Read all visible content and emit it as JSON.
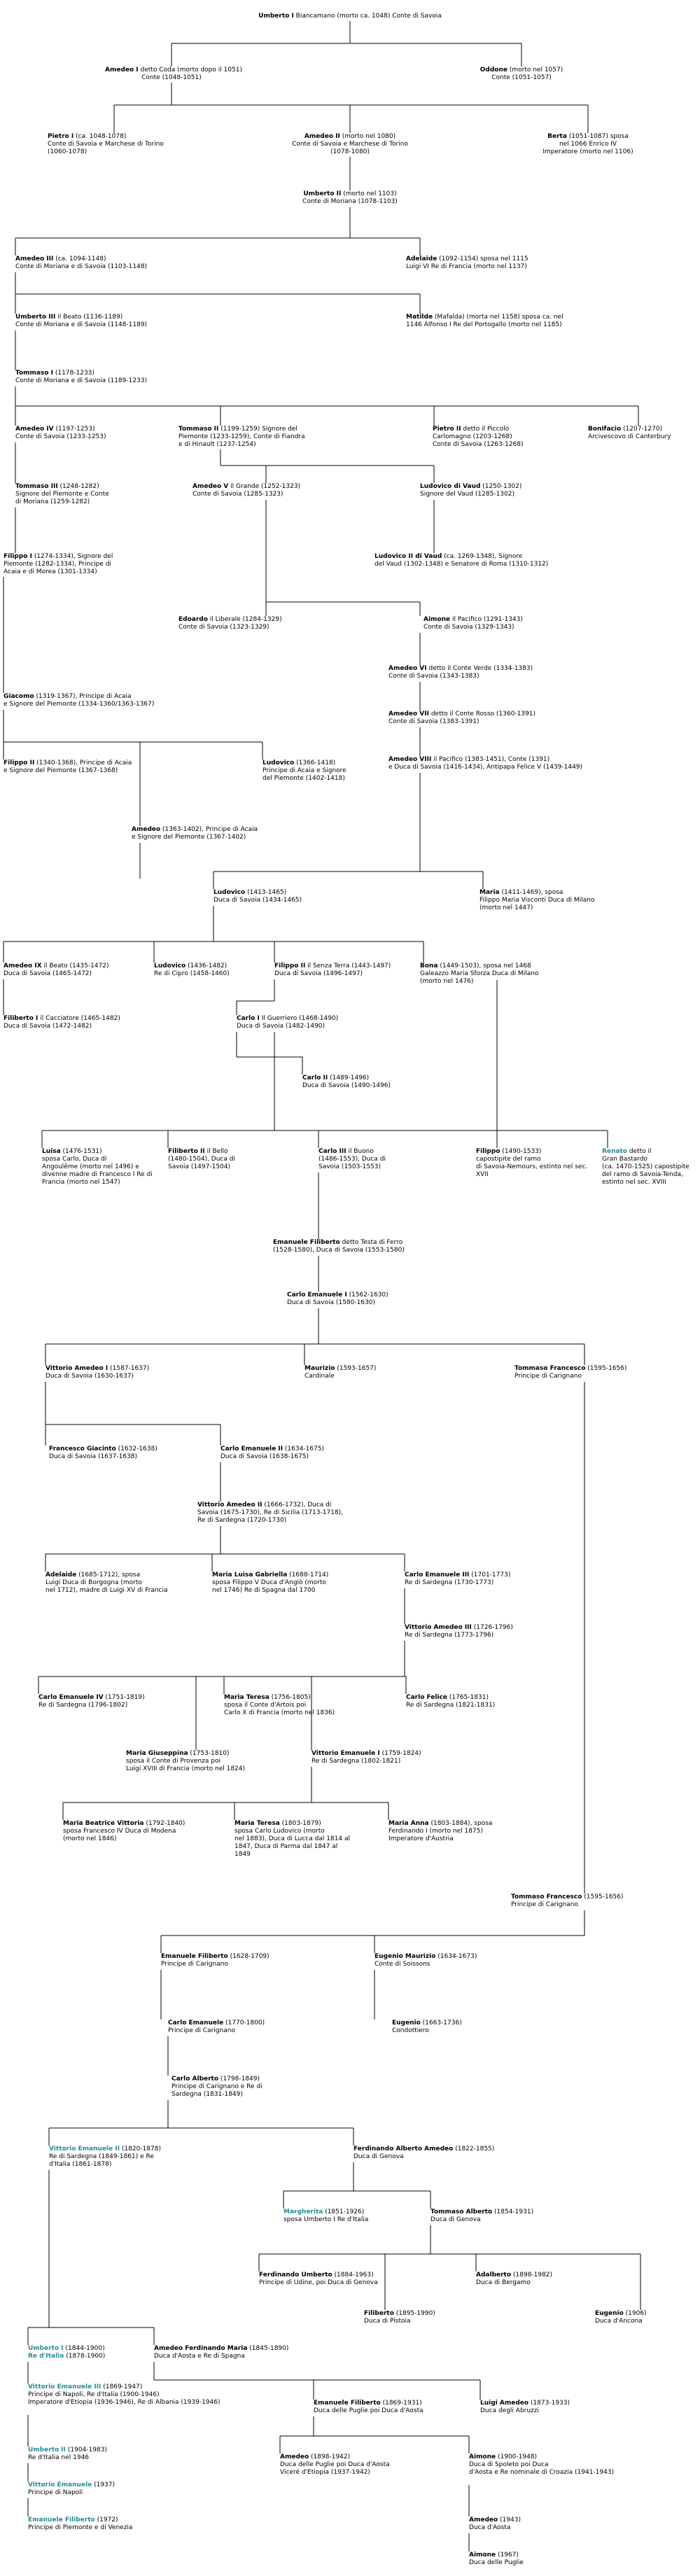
{
  "palette": {
    "line": "#000000",
    "highlight": "#2a8a9a",
    "text": "#000000"
  },
  "nodes": [
    {
      "id": "umberto1",
      "name": "Umberto I",
      "line1": " Biancamano (morto ca. 1048) Conte di Savoia"
    },
    {
      "id": "amedeo1",
      "name": "Amedeo I",
      "line1": " detto Coda (morto dopo il 1051)",
      "line2": "Conte (1048-1051)"
    },
    {
      "id": "oddone",
      "name": "Oddone",
      "line1": " (morto nel 1057)",
      "line2": "Conte (1051-1057)"
    },
    {
      "id": "pietro1",
      "name": "Pietro I",
      "line1": " (ca. 1048-1078)",
      "line2": "Conte di Savoia e Marchese di Torino",
      "line3": "(1060-1078)"
    },
    {
      "id": "amedeo2",
      "name": "Amedeo II",
      "line1": " (morto nel 1080)",
      "line2": "Conte di Savoia e Marchese di Torino",
      "line3": "(1078-1080)"
    },
    {
      "id": "berta",
      "name": "Berta",
      "line1": " (1051-1087) sposa",
      "line2": "nel 1066 Enrico IV",
      "line3": "Imperatore (morto nel 1106)"
    },
    {
      "id": "umberto2",
      "name": "Umberto II",
      "line1": " (morto nel 1103)",
      "line2": "Conte di Moriana (1078-1103)"
    },
    {
      "id": "amedeo3",
      "name": "Amedeo III",
      "line1": " (ca. 1094-1148)",
      "line2": "Conte di Moriana e di Savoia (1103-1148)"
    },
    {
      "id": "adelaide1",
      "name": "Adelaide",
      "line1": " (1092-1154) sposa nel 1115",
      "line2": "Luigi VI Re di Francia (morto nel 1137)"
    },
    {
      "id": "umberto3",
      "name": "Umberto III",
      "line1": " il Beato (1136-1189)",
      "line2": "Conte di Moriana e di Savoia (1148-1189)"
    },
    {
      "id": "matilde",
      "name": "Matilde",
      "line1": " (Mafalda) (morta nel 1158) sposa ca. nel",
      "line2": "1146 Alfonso I Re del Portogallo (morto nel 1185)"
    },
    {
      "id": "tommaso1",
      "name": "Tommaso I",
      "line1": " (1178-1233)",
      "line2": "Conte di Moriana e di Savoia (1189-1233)"
    },
    {
      "id": "amedeo4",
      "name": "Amedeo IV",
      "line1": " (1197-1253)",
      "line2": "Conte di Savoia (1233-1253)"
    },
    {
      "id": "tommaso2",
      "name": "Tommaso II",
      "line1": " (1199-1259) Signore del",
      "line2": "Piemonte (1233-1259), Conte di Fiandra",
      "line3": "e di Hinault (1237-1254)"
    },
    {
      "id": "pietro2",
      "name": "Pietro II",
      "line1": " detto il Piccolo",
      "line2": "Carlomagno (1203-1268)",
      "line3": "Conte di Savoia (1263-1268)"
    },
    {
      "id": "bonifacio",
      "name": "Bonifacio",
      "line1": " (1207-1270)",
      "line2": "Arcivescovo di Canterbury"
    },
    {
      "id": "tommaso3",
      "name": "Tommaso III",
      "line1": " (1248-1282)",
      "line2": "Signore del Piemonte e Conte",
      "line3": "di Moriana (1259-1282)"
    },
    {
      "id": "amedeo5",
      "name": "Amedeo V",
      "line1": " il Grande (1252-1323)",
      "line2": "Conte di Savoia (1285-1323)"
    },
    {
      "id": "ludovicovaud1",
      "name": "Ludovico di Vaud",
      "line1": " (1250-1302)",
      "line2": "Signore del Vaud (1285-1302)"
    },
    {
      "id": "filippo1",
      "name": "Filippo I",
      "line1": " (1274-1334), Signore del",
      "line2": "Piemonte (1282-1334), Principe di",
      "line3": "Acaia e di Morea (1301-1334)"
    },
    {
      "id": "ludovicovaud2",
      "name": "Ludovico II di Vaud",
      "line1": " (ca. 1269-1348), Signore",
      "line2": "del Vaud (1302-1348) e Senatore di Roma (1310-1312)"
    },
    {
      "id": "edoardo",
      "name": "Edoardo",
      "line1": " il Liberale (1284-1329)",
      "line2": "Conte di Savoia (1323-1329)"
    },
    {
      "id": "aimone",
      "name": "Aimone",
      "line1": " il Pacifico (1291-1343)",
      "line2": "Conte di Savoia (1329-1343)"
    },
    {
      "id": "amedeo6",
      "name": "Amedeo VI",
      "line1": " detto il Conte Verde (1334-1383)",
      "line2": "Conte di Savoia (1343-1383)"
    },
    {
      "id": "giacomo",
      "name": "Giacomo",
      "line1": " (1319-1367), Principe di Acaia",
      "line2": "e Signore del Piemonte (1334-1360/1363-1367)"
    },
    {
      "id": "amedeo7",
      "name": "Amedeo VII",
      "line1": " detto il Conte Rosso (1360-1391)",
      "line2": "Conte di Savoia (1383-1391)"
    },
    {
      "id": "filippo2",
      "name": "Filippo II",
      "line1": " (1340-1368), Principe di Acaia",
      "line2": "e Signore del Piemonte (1367-1368)"
    },
    {
      "id": "ludovico1",
      "name": "Ludovico",
      "line1": " (1366-1418)",
      "line2": "Principe di Acaia e Signore",
      "line3": "del Piemonte (1402-1418)"
    },
    {
      "id": "amedeo8",
      "name": "Amedeo VIII",
      "line1": " il Pacifico (1383-1451), Conte (1391)",
      "line2": "e Duca di Savoia (1416-1434), Antipapa Felice V (1439-1449)"
    },
    {
      "id": "amedeoacaia",
      "name": "Amedeo",
      "line1": " (1363-1402), Principe di Acaia",
      "line2": "e Signore del Piemonte (1367-1402)"
    },
    {
      "id": "ludovico2",
      "name": "Ludovico",
      "line1": " (1413-1465)",
      "line2": "Duca di Savoia (1434-1465)"
    },
    {
      "id": "maria1",
      "name": "Maria",
      "line1": " (1411-1469), sposa",
      "line2": "Filippo Maria Visconti Duca di Milano",
      "line3": "(morto nel 1447)"
    },
    {
      "id": "amedeo9",
      "name": "Amedeo IX",
      "line1": " il Beato (1435-1472)",
      "line2": "Duca di Savoia (1465-1472)"
    },
    {
      "id": "ludovicocipro",
      "name": "Ludovico",
      "line1": " (1436-1482)",
      "line2": "Re di Cipro (1458-1460)"
    },
    {
      "id": "filippo2sz",
      "name": "Filippo II",
      "line1": " il Senza Terra (1443-1497)",
      "line2": "Duca di Savoia (1496-1497)"
    },
    {
      "id": "bona",
      "name": "Bona",
      "line1": " (1449-1503), sposa nel 1468",
      "line2": "Galeazzo Maria Sforza Duca di Milano",
      "line3": "(morto nel 1476)"
    },
    {
      "id": "filiberto1",
      "name": "Filiberto I",
      "line1": " il Cacciatore (1465-1482)",
      "line2": "Duca di Savoia (1472-1482)"
    },
    {
      "id": "carlo1",
      "name": "Carlo I",
      "line1": " Il Guerriero (1468-1490)",
      "line2": "Duca di Savoia (1482-1490)"
    },
    {
      "id": "carlo2",
      "name": "Carlo II",
      "line1": " (1489-1496)",
      "line2": "Duca di Savoia (1490-1496)"
    },
    {
      "id": "luisa",
      "name": "Luisa",
      "line1": " (1476-1531)",
      "line2": "sposa Carlo, Duca di",
      "line3": "Angoulême (morto nel 1496) e divenne madre di Francesco I Re di Francia (morto nel 1547)"
    },
    {
      "id": "filiberto2",
      "name": "Filiberto II",
      "line1": " il Bello",
      "line2": "(1480-1504), Duca di",
      "line3": "Savoia (1497-1504)"
    },
    {
      "id": "carlo3",
      "name": "Carlo III",
      "line1": " il Buono",
      "line2": "(1486-1553), Duca di",
      "line3": "Savoia (1503-1553)"
    },
    {
      "id": "filippo1553",
      "name": "Filippo",
      "line1": " (1490-1533)",
      "line2": "capostipite del ramo",
      "line3": "di Savoia-Nemours, estinto nel sec. XVII"
    },
    {
      "id": "renato",
      "name": "Renato",
      "hl": true,
      "line1": " detto il",
      "line2": "Gran Bastardo",
      "line3": "(ca. 1470-1525) capostipite del ramo di Savoia-Tenda, estinto nel sec. XVIII"
    },
    {
      "id": "emanuelefiliberto",
      "name": "Emanuele Filiberto",
      "line1": " detto Testa di Ferro",
      "line2": "(1528-1580), Duca di Savoia (1553-1580)"
    },
    {
      "id": "carloemanuele1",
      "name": "Carlo Emanuele I",
      "line1": " (1562-1630)",
      "line2": "Duca di Savoia (1580-1630)"
    },
    {
      "id": "vittorioamedeo1",
      "name": "Vittorio Amedeo I",
      "line1": " (1587-1637)",
      "line2": "Duca di Savoia (1630-1637)"
    },
    {
      "id": "maurizio",
      "name": "Maurizio",
      "line1": " (1593-1657)",
      "line2": "Cardinale"
    },
    {
      "id": "tommasofrancesco",
      "name": "Tommaso Francesco",
      "line1": " (1595-1656)",
      "line2": "Principe di Carignano"
    },
    {
      "id": "francescogiacinto",
      "name": "Francesco Giacinto",
      "line1": " (1632-1638)",
      "line2": "Duca di Savoia (1637-1638)"
    },
    {
      "id": "carloemanuele2",
      "name": "Carlo Emanuele II",
      "line1": " (1634-1675)",
      "line2": "Duca di Savoia (1638-1675)"
    },
    {
      "id": "vittorioamedeo2",
      "name": "Vittorio Amedeo II",
      "line1": " (1666-1732), Duca di",
      "line2": "Savoia (1675-1730), Re di Sicilia (1713-1718),",
      "line3": "Re di Sardegna (1720-1730)"
    },
    {
      "id": "adelaide2",
      "name": "Adelaide",
      "line1": " (1685-1712), sposa",
      "line2": "Luigi Duca di Borgogna (morto",
      "line3": "nel 1712), madre di Luigi XV di Francia"
    },
    {
      "id": "marialuisa",
      "name": "Maria Luisa Gabriella",
      "line1": " (1688-1714)",
      "line2": "sposa Filippo V Duca d'Angiò (morto",
      "line3": "nel 1746) Re di Spagna dal 1700"
    },
    {
      "id": "carloemanuele3",
      "name": "Carlo Emanuele III",
      "line1": " (1701-1773)",
      "line2": "Re di Sardegna (1730-1773)"
    },
    {
      "id": "vittorioamedeo3",
      "name": "Vittorio Amedeo III",
      "line1": " (1726-1796)",
      "line2": "Re di Sardegna (1773-1796)"
    },
    {
      "id": "carloemanuele4",
      "name": "Carlo Emanuele IV",
      "line1": " (1751-1819)",
      "line2": "Re di Sardegna (1796-1802)"
    },
    {
      "id": "mariateresa1",
      "name": "Maria Teresa",
      "line1": " (1756-1805)",
      "line2": "sposa il Conte d'Artois poi",
      "line3": "Carlo X di Francia (morto nel 1836)"
    },
    {
      "id": "carlofelice",
      "name": "Carlo Felice",
      "line1": " (1765-1831)",
      "line2": "Re di Sardegna (1821-1831)"
    },
    {
      "id": "mariagiuseppina",
      "name": "Maria Giuseppina",
      "line1": " (1753-1810)",
      "line2": "sposa il Conte di Provenza poi",
      "line3": "Luigi XVIII di Francia (morto nel 1824)"
    },
    {
      "id": "vittorioemanuele1",
      "name": "Vittorio Emanuele I",
      "line1": " (1759-1824)",
      "line2": "Re di Sardegna (1802-1821)"
    },
    {
      "id": "mariabeatrice",
      "name": "Maria Beatrice Vittoria",
      "line1": " (1792-1840)",
      "line2": "sposa Francesco IV Duca di Modena",
      "line3": "(morto nel 1846)"
    },
    {
      "id": "mariateresa2",
      "name": "Maria Teresa",
      "line1": " (1803-1879)",
      "line2": "sposa Carlo Ludovico (morto",
      "line3": "nel 1883), Duca di Lucca dal 1814 al 1847, Duca di Parma dal 1847 al 1849"
    },
    {
      "id": "mariaanna",
      "name": "Maria Anna",
      "line1": " (1803-1884), sposa",
      "line2": "Ferdinando I (morto nel 1875)",
      "line3": "Imperatore d'Austria"
    },
    {
      "id": "tommasofrancesco2",
      "name": "Tommaso Francesco",
      "line1": " (1595-1656)",
      "line2": "Principe di Carignano"
    },
    {
      "id": "emanuelefiliberto2",
      "name": "Emanuele Filiberto",
      "line1": " (1628-1709)",
      "line2": "Principe di Carignano"
    },
    {
      "id": "eugeniomaurizio",
      "name": "Eugenio Maurizio",
      "line1": " (1634-1673)",
      "line2": "Conte di Soissons"
    },
    {
      "id": "carloemanuele1770",
      "name": "Carlo Emanuele",
      "line1": " (1770-1800)",
      "line2": "Principe di Carignano"
    },
    {
      "id": "eugenio1",
      "name": "Eugenio",
      "line1": " (1663-1736)",
      "line2": "Condottiero"
    },
    {
      "id": "carloalberto",
      "name": "Carlo Alberto",
      "line1": " (1798-1849)",
      "line2": "Principe di Carignano e Re di",
      "line3": "Sardegna (1831-1849)"
    },
    {
      "id": "vittorioemanuele2",
      "name": "Vittorio Emanuele II",
      "hl": true,
      "line1": " (1820-1878)",
      "line2": "Re di Sardegna (1849-1861) e Re",
      "line3": "d'Italia (1861-1878)"
    },
    {
      "id": "ferdinandoalberto",
      "name": "Ferdinando Alberto Amedeo",
      "line1": " (1822-1855)",
      "line2": "Duca di Genova"
    },
    {
      "id": "margherita",
      "name": "Margherita",
      "hl": true,
      "line1": " (1851-1926)",
      "line2": "sposa Umberto I Re d'Italia"
    },
    {
      "id": "tommasoalberto",
      "name": "Tommaso Alberto",
      "line1": " (1854-1931)",
      "line2": "Duca di Genova"
    },
    {
      "id": "ferdinandoumberto",
      "name": "Ferdinando Umberto",
      "line1": " (1884-1963)",
      "line2": "Principe di Udine, poi Duca di Genova"
    },
    {
      "id": "adalberto",
      "name": "Adalberto",
      "line1": " (1898-1982)",
      "line2": "Duca di Bergamo"
    },
    {
      "id": "filiberto1895",
      "name": "Filiberto",
      "line1": " (1895-1990)",
      "line2": "Duca di Pistoia"
    },
    {
      "id": "eugenio2",
      "name": "Eugenio",
      "line1": " (1906)",
      "line2": "Duca d'Ancona"
    },
    {
      "id": "umberto1re",
      "name": "Umberto I",
      "hl": true,
      "line1": " (1844-1900)",
      "line2": "Re d'Italia",
      "line2hl": true,
      "line2tail": " (1878-1900)"
    },
    {
      "id": "amedeoferdinando",
      "name": "Amedeo Ferdinando Maria",
      "line1": " (1845-1890)",
      "line2": "Duca d'Aosta e Re di Spagna"
    },
    {
      "id": "vittorioemanuele3",
      "name": "Vittorio Emanuele III",
      "hl": true,
      "line1": " (1869-1947)",
      "line2": "Principe di Napoli, Re d'Italia (1900-1946)",
      "line3": "Imperatore d'Etiopia (1936-1946), Re di Albania (1939-1946)"
    },
    {
      "id": "emanuelefiliberto3",
      "name": "Emanuele Filiberto",
      "line1": " (1869-1931)",
      "line2": "Duca delle Puglie poi Duca d'Aosta"
    },
    {
      "id": "luigiamedeo",
      "name": "Luigi Amedeo",
      "line1": " (1873-1933)",
      "line2": "Duca degli Abruzzi"
    },
    {
      "id": "umberto2re",
      "name": "Umberto II",
      "hl": true,
      "line1": " (1904-1983)",
      "line2": "Re d'Italia nel 1946"
    },
    {
      "id": "amedeo1898",
      "name": "Amedeo",
      "line1": " (1898-1942)",
      "line2": "Duca delle Puglie poi Duca d'Aosta",
      "line3": "Viceré d'Etiopia (1937-1942)"
    },
    {
      "id": "aimone1900",
      "name": "Aimone",
      "line1": " (1900-1948)",
      "line2": "Duca di Spoleto poi Duca",
      "line3": "d'Aosta e Re nominale di Croazia (1941-1943)"
    },
    {
      "id": "vittorioemanuele1937",
      "name": "Vittorio Emanuele",
      "hl": true,
      "line1": " (1937)",
      "line2": "Principe di Napoli"
    },
    {
      "id": "amedeo1943",
      "name": "Amedeo",
      "line1": " (1943)",
      "line2": "Duca d'Aosta"
    },
    {
      "id": "emanuelefiliberto4",
      "name": "Emanuele Filiberto",
      "hl": true,
      "line1": " (1972)",
      "line2": "Principe di Piemonte e di Venezia"
    },
    {
      "id": "aimone1967",
      "name": "Aimone",
      "line1": " (1967)",
      "line2": "Duca delle Puglie"
    }
  ]
}
